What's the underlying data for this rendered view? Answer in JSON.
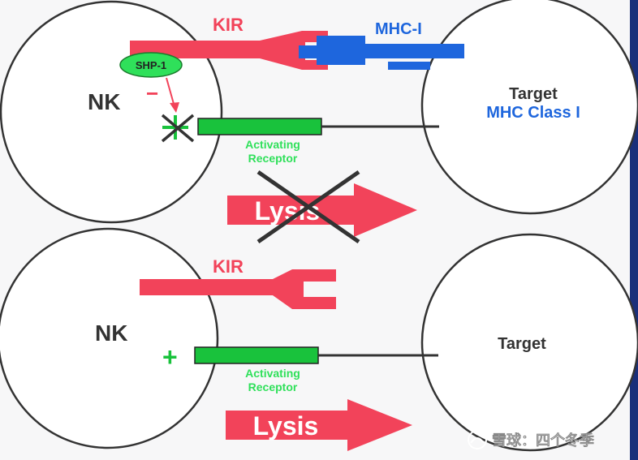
{
  "colors": {
    "background": "#1a2f7a",
    "slide": "#f7f7f8",
    "kir_red": "#f2435a",
    "mhc_blue": "#1e66dd",
    "shp_green": "#2fe05a",
    "activating_green": "#19c23c",
    "dark": "#333333",
    "watermark": "#ffffff"
  },
  "top_panel": {
    "nk_label": "NK",
    "kir_label": "KIR",
    "mhc_label": "MHC-I",
    "shp_label": "SHP-1",
    "inhibit_sign": "−",
    "target_label": "Target",
    "target_sublabel": "MHC Class I",
    "activating_label_line1": "Activating",
    "activating_label_line2": "Receptor",
    "lysis_label": "Lysis",
    "lysis_blocked": true
  },
  "bottom_panel": {
    "nk_label": "NK",
    "kir_label": "KIR",
    "plus_sign": "+",
    "target_label": "Target",
    "activating_label_line1": "Activating",
    "activating_label_line2": "Receptor",
    "lysis_label": "Lysis",
    "lysis_blocked": false
  },
  "watermark": {
    "icon": "snowball-icon",
    "text": "雪球：四个冬季"
  }
}
